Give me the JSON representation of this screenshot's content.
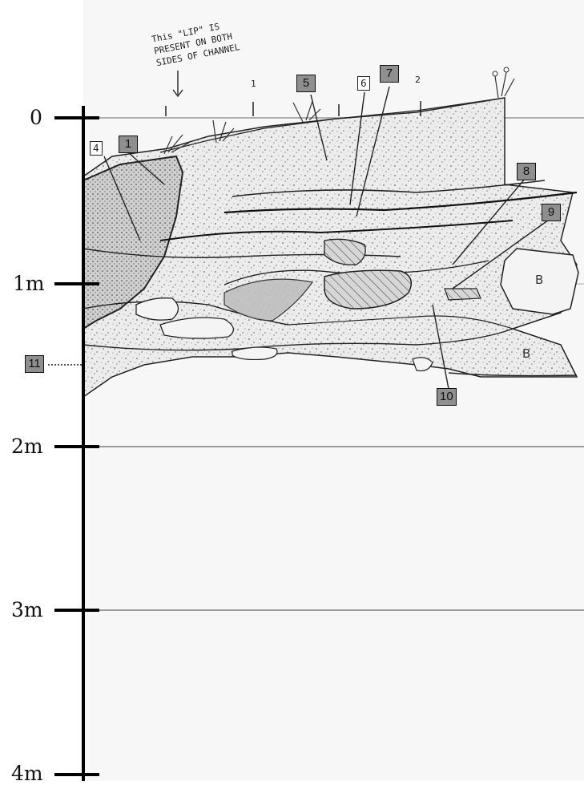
{
  "scale": {
    "labels": [
      "0",
      "1m",
      "2m",
      "3m",
      "4m"
    ],
    "marker_11": "11"
  },
  "note": "This \"LIP\" IS\nPRESENT ON BOTH\nSIDES OF CHANNEL",
  "tape_ticks": [
    "1",
    "2"
  ],
  "unit_labels": [
    "1",
    "4",
    "5",
    "6",
    "7",
    "8",
    "9",
    "10",
    "11"
  ],
  "bedrock_marks": [
    "B",
    "B"
  ],
  "colors": {
    "ink": "#1a1a1a",
    "label_fill": "#8f8f8f",
    "paper": "#ffffff",
    "sediment": "#e9e9e9"
  }
}
